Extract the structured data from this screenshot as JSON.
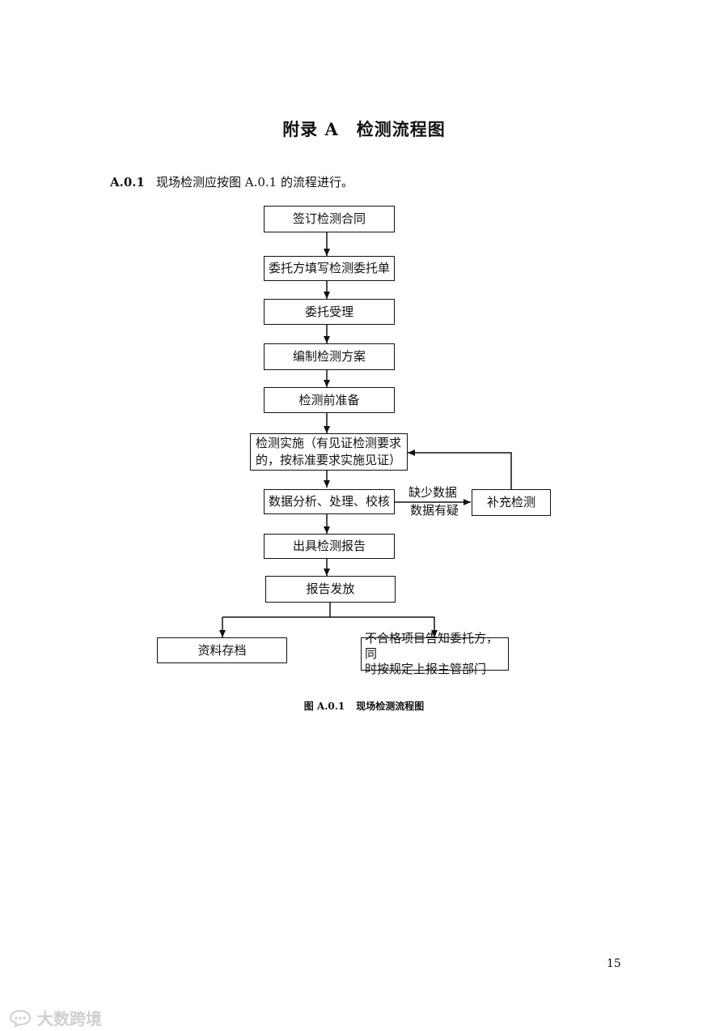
{
  "title": {
    "part1": "附录 A",
    "part2": "检测流程图"
  },
  "intro": {
    "number": "A.0.1",
    "text": "现场检测应按图 A.0.1 的流程进行。"
  },
  "flow": {
    "sign_contract": "签订检测合同",
    "fill_form": "委托方填写检测委托单",
    "accept": "委托受理",
    "plan": "编制检测方案",
    "prepare": "检测前准备",
    "implement_line1": "检测实施（有见证检测要求",
    "implement_line2": "的，按标准要求实施见证）",
    "analyze": "数据分析、处理、校核",
    "supplement": "补充检测",
    "missing_data": "缺少数据",
    "doubtful_data": "数据有疑",
    "issue_report": "出具检测报告",
    "release_report": "报告发放",
    "archive": "资料存档",
    "notify_line1": "不合格项目告知委托方，同",
    "notify_line2": "时按规定上报主管部门"
  },
  "caption": {
    "label": "图 A.0.1",
    "text": "现场检测流程图"
  },
  "page_number": "15",
  "watermark": {
    "text": "大数跨境",
    "icon": "chat-bubble-icon"
  }
}
